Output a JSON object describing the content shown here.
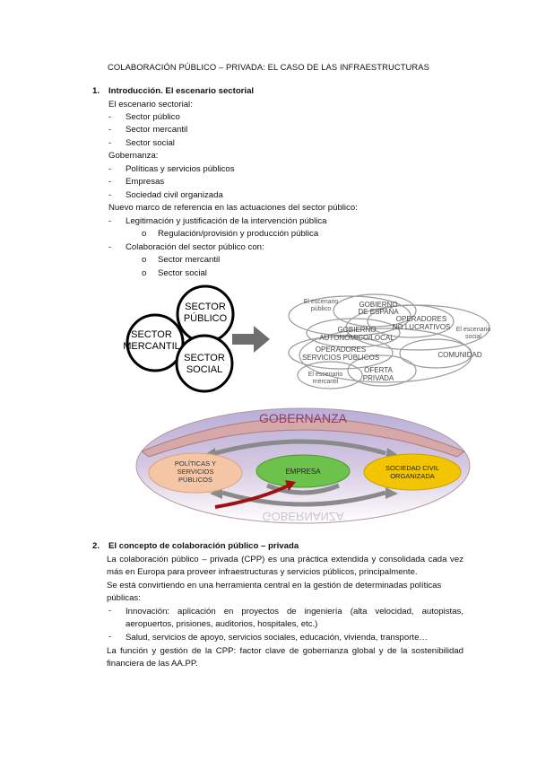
{
  "title": "COLABORACIÓN PÚBLICO – PRIVADA: EL CASO DE LAS INFRAESTRUCTURAS",
  "section1": {
    "number": "1.",
    "heading": "Introducción. El escenario sectorial",
    "lines": [
      "El escenario sectorial:",
      "Sector público",
      "Sector mercantil",
      "Sector social",
      "Gobernanza:",
      "Políticas y servicios públicos",
      "Empresas",
      "Sociedad civil organizada",
      "Nuevo marco de referencia en las actuaciones del sector público:",
      "Legitimación y justificación de la intervención pública",
      "Regulación/provisión y producción pública",
      "Colaboración del sector público con:",
      "Sector mercantil",
      "Sector social"
    ],
    "dash": "-",
    "bullet": "o"
  },
  "diagram1": {
    "circles": [
      "SECTOR\nPÚBLICO",
      "SECTOR\nMERCANTIL",
      "SECTOR\nSOCIAL"
    ],
    "c1a": "SECTOR",
    "c1b": "PÚBLICO",
    "c2a": "SECTOR",
    "c2b": "MERCANTIL",
    "c3a": "SECTOR",
    "c3b": "SOCIAL"
  },
  "diagram2": {
    "t1a": "El escenario",
    "t1b": "público",
    "t2a": "GOBIERNO",
    "t2b": "DE ESPAÑA",
    "t3a": "OPERADORES",
    "t3b": "NO LUCRATIVOS",
    "t4a": "El escenario",
    "t4b": "social",
    "t5a": "GOBIERNO",
    "t5b": "AUTONÓMICO/LOCAL",
    "t6a": "OPERADORES",
    "t6b": "SERVICIOS PÚBLICOS",
    "t7": "COMUNIDAD",
    "t8a": "El escenario",
    "t8b": "mercantil",
    "t9a": "OFERTA",
    "t9b": "PRIVADA"
  },
  "diagram3": {
    "gobernanza": "GOBERNANZA",
    "gob_mirror": "GOBERNANZA",
    "pol1": "POLÍTICAS Y",
    "pol2": "SERVICIOS",
    "pol3": "PÚBLICOS",
    "empresa": "EMPRESA",
    "soc1": "SOCIEDAD CIVIL",
    "soc2": "ORGANIZADA",
    "colors": {
      "ring": "#c98f8f",
      "band": "#d6a8a8",
      "purple": "#b8aed8",
      "orange": "#f4c6a5",
      "green": "#6cc24a",
      "yellow": "#f2c500",
      "red": "#a01010",
      "grey": "#8a8a8a"
    }
  },
  "section2": {
    "number": "2.",
    "heading": "El concepto de colaboración público – privada",
    "p1": "La colaboración público – privada (CPP) es una práctica extendida y consolidada cada vez más en Europa para proveer infraestructuras y servicios públicos, principalmente.",
    "p2": "Se está convirtiendo en una herramienta central en la gestión de determinadas políticas públicas:",
    "b1": "Innovación: aplicación en proyectos de ingeniería (alta velocidad, autopistas, aeropuertos, prisiones, auditorios, hospitales, etc.)",
    "b2": "Salud, servicios de apoyo, servicios sociales, educación, vivienda, transporte…",
    "p3": "La función y gestión de la CPP: factor clave de gobernanza global y de la sostenibilidad financiera de las AA.PP.",
    "dash": "-"
  }
}
